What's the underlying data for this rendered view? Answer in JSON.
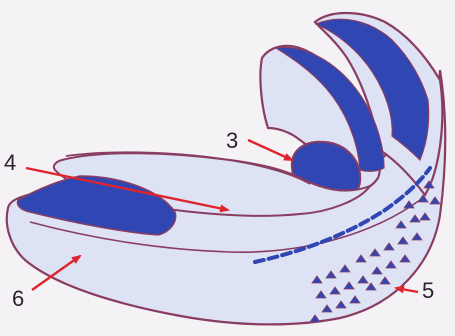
{
  "figure": {
    "callouts": [
      {
        "id": "label-3",
        "text": "3"
      },
      {
        "id": "label-4",
        "text": "4"
      },
      {
        "id": "label-5",
        "text": "5"
      },
      {
        "id": "label-6",
        "text": "6"
      }
    ]
  },
  "colors": {
    "background": "#f4f2f4",
    "body_fill": "#dde2f5",
    "inner_blue": "#2f46b3",
    "outline": "#8a3d62",
    "arrow": "#e0242c",
    "label_text": "#2a2233"
  }
}
